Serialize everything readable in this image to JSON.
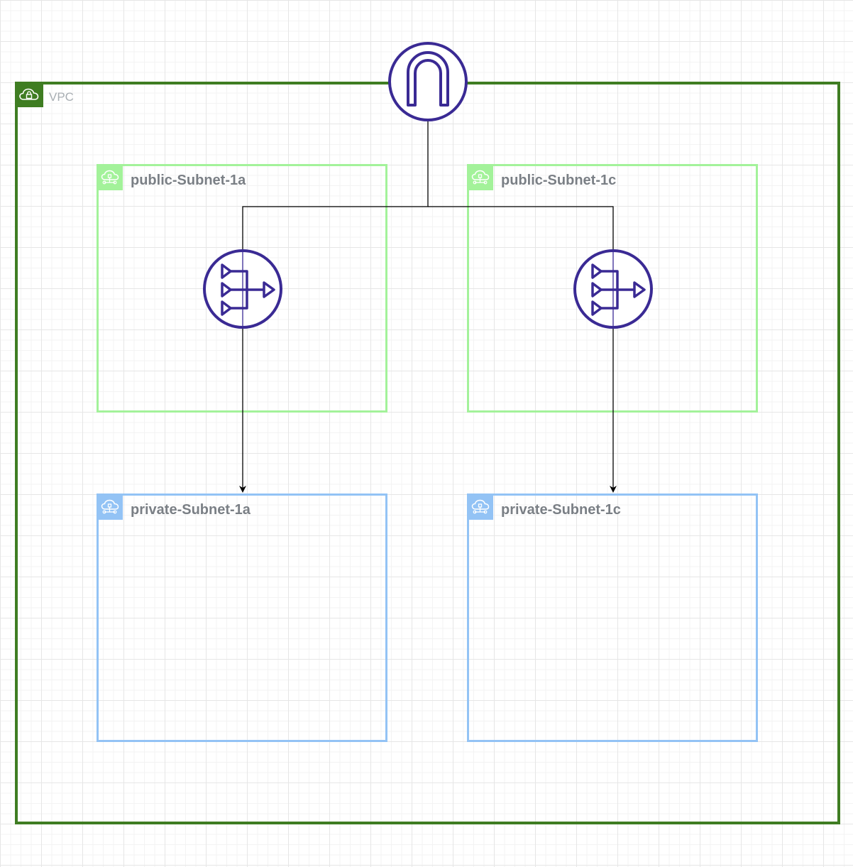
{
  "vpc": {
    "label": "VPC",
    "icon": "vpc-cloud-lock-icon",
    "border_color": "#3f7d22"
  },
  "subnets": [
    {
      "label": "public-Subnet-1a",
      "type": "public",
      "icon": "subnet-cloud-icon",
      "color": "#a3f29a"
    },
    {
      "label": "public-Subnet-1c",
      "type": "public",
      "icon": "subnet-cloud-icon",
      "color": "#a3f29a"
    },
    {
      "label": "private-Subnet-1a",
      "type": "private",
      "icon": "subnet-cloud-icon",
      "color": "#93c3f5"
    },
    {
      "label": "private-Subnet-1c",
      "type": "private",
      "icon": "subnet-cloud-icon",
      "color": "#93c3f5"
    }
  ],
  "resources": {
    "internet_gateway": {
      "icon": "internet-gateway-icon",
      "color": "#3a2a94"
    },
    "nat_gateways": [
      {
        "icon": "nat-gateway-icon",
        "subnet": "public-Subnet-1a"
      },
      {
        "icon": "nat-gateway-icon",
        "subnet": "public-Subnet-1c"
      }
    ]
  },
  "connections": [
    {
      "from": "internet_gateway",
      "to": "private-Subnet-1a",
      "via": "public-Subnet-1a"
    },
    {
      "from": "internet_gateway",
      "to": "private-Subnet-1c",
      "via": "public-Subnet-1c"
    }
  ],
  "colors": {
    "connector": "#000000",
    "icon_stroke": "#3a2a94",
    "label_text": "#7a7f85"
  }
}
